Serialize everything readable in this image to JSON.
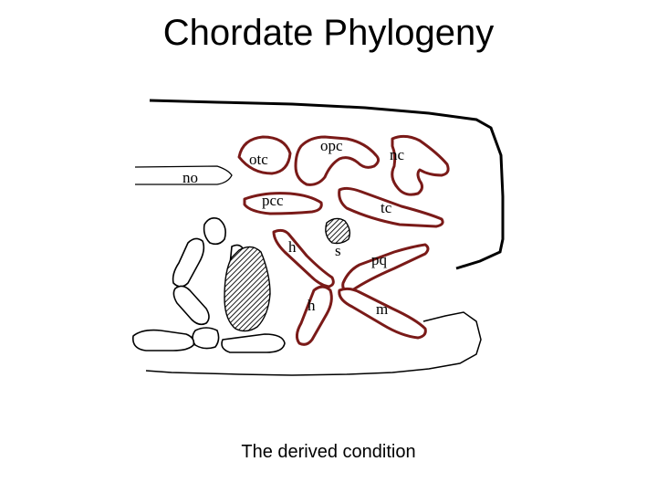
{
  "title": "Chordate Phylogeny",
  "caption": "The derived condition",
  "colors": {
    "cartilage": "#7a1a18",
    "outline": "#000000"
  },
  "labels": {
    "otc": "otc",
    "opc": "opc",
    "nc": "nc",
    "no": "no",
    "pcc": "pcc",
    "tc": "tc",
    "h_upper": "h",
    "s": "s",
    "pq": "pq",
    "h_lower": "h",
    "m": "m"
  }
}
